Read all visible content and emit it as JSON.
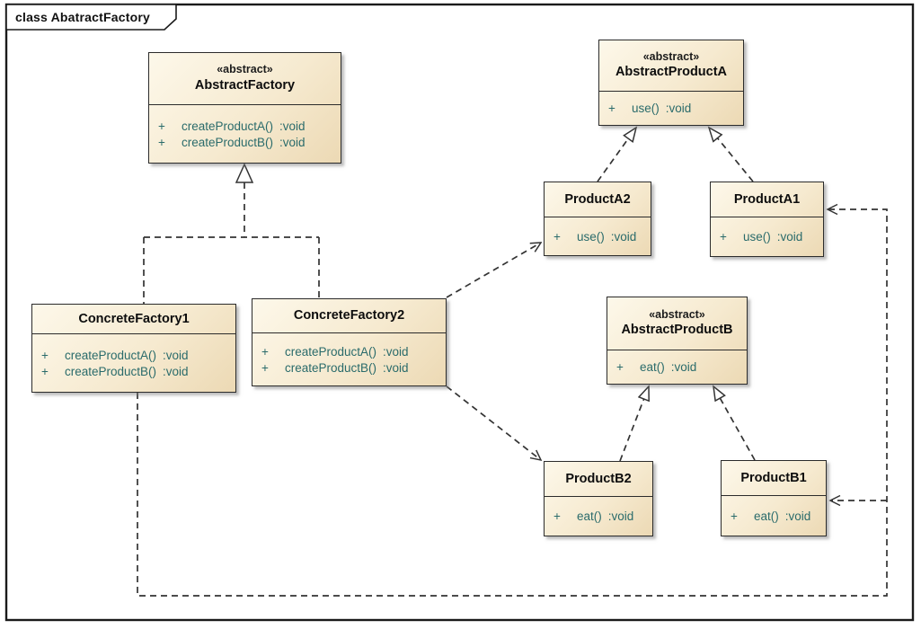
{
  "diagram": {
    "frame_title": "class AbatractFactory",
    "type": "uml-class-diagram"
  },
  "colors": {
    "box_fill_light": "#fdf8ea",
    "box_fill_mid": "#f6ead0",
    "box_fill_dark": "#ecd9b4",
    "box_border": "#2b2b2b",
    "operation_text": "#2a6b6b",
    "connector": "#333333",
    "frame_border": "#1a1a1a"
  },
  "classes": [
    {
      "stereotype": "«abstract»",
      "name": "AbstractFactory",
      "operations": [
        {
          "visibility": "+",
          "signature": "createProductA()",
          "returns": ":void"
        },
        {
          "visibility": "+",
          "signature": "createProductB()",
          "returns": ":void"
        }
      ]
    },
    {
      "stereotype": "",
      "name": "ConcreteFactory1",
      "operations": [
        {
          "visibility": "+",
          "signature": "createProductA()",
          "returns": ":void"
        },
        {
          "visibility": "+",
          "signature": "createProductB()",
          "returns": ":void"
        }
      ]
    },
    {
      "stereotype": "",
      "name": "ConcreteFactory2",
      "operations": [
        {
          "visibility": "+",
          "signature": "createProductA()",
          "returns": ":void"
        },
        {
          "visibility": "+",
          "signature": "createProductB()",
          "returns": ":void"
        }
      ]
    },
    {
      "stereotype": "«abstract»",
      "name": "AbstractProductA",
      "operations": [
        {
          "visibility": "+",
          "signature": "use()",
          "returns": ":void"
        }
      ]
    },
    {
      "stereotype": "",
      "name": "ProductA2",
      "operations": [
        {
          "visibility": "+",
          "signature": "use()",
          "returns": ":void"
        }
      ]
    },
    {
      "stereotype": "",
      "name": "ProductA1",
      "operations": [
        {
          "visibility": "+",
          "signature": "use()",
          "returns": ":void"
        }
      ]
    },
    {
      "stereotype": "«abstract»",
      "name": "AbstractProductB",
      "operations": [
        {
          "visibility": "+",
          "signature": "eat()",
          "returns": ":void"
        }
      ]
    },
    {
      "stereotype": "",
      "name": "ProductB2",
      "operations": [
        {
          "visibility": "+",
          "signature": "eat()",
          "returns": ":void"
        }
      ]
    },
    {
      "stereotype": "",
      "name": "ProductB1",
      "operations": [
        {
          "visibility": "+",
          "signature": "eat()",
          "returns": ":void"
        }
      ]
    }
  ],
  "relationships": [
    {
      "type": "realization",
      "from": "ConcreteFactory1",
      "to": "AbstractFactory"
    },
    {
      "type": "realization",
      "from": "ConcreteFactory2",
      "to": "AbstractFactory"
    },
    {
      "type": "realization",
      "from": "ProductA2",
      "to": "AbstractProductA"
    },
    {
      "type": "realization",
      "from": "ProductA1",
      "to": "AbstractProductA"
    },
    {
      "type": "realization",
      "from": "ProductB2",
      "to": "AbstractProductB"
    },
    {
      "type": "realization",
      "from": "ProductB1",
      "to": "AbstractProductB"
    },
    {
      "type": "dependency",
      "from": "ConcreteFactory2",
      "to": "ProductA2"
    },
    {
      "type": "dependency",
      "from": "ConcreteFactory2",
      "to": "ProductB2"
    },
    {
      "type": "dependency",
      "from": "ConcreteFactory1",
      "to": "ProductA1"
    },
    {
      "type": "dependency",
      "from": "ConcreteFactory1",
      "to": "ProductB1"
    }
  ]
}
